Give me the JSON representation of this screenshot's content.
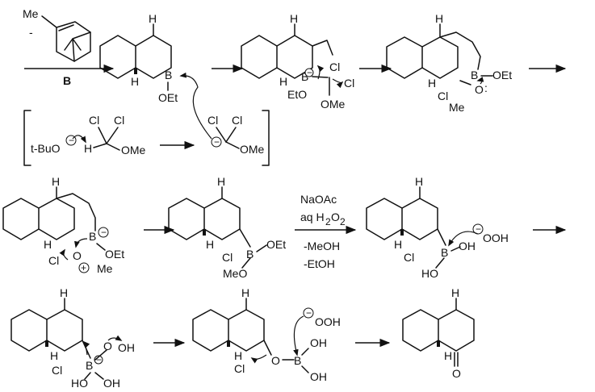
{
  "reagent_label": "B",
  "pinene_label": "Me",
  "pinene_dash": "-",
  "H": "H",
  "OEt": "OEt",
  "Cl": "Cl",
  "OMe": "OMe",
  "Me": "Me",
  "B_atom": "B",
  "O_atom": "O",
  "OH": "OH",
  "HO": "HO",
  "OOH": "OOH",
  "MeO": "MeO",
  "EtO": "EtO",
  "tBuO": "t-BuO",
  "lone_pair": ":",
  "minus": "−",
  "plus": "+",
  "oxidation_conditions": [
    "NaOAc",
    "aq H",
    "2",
    "O",
    "2",
    "-MeOH",
    "-EtOH"
  ]
}
